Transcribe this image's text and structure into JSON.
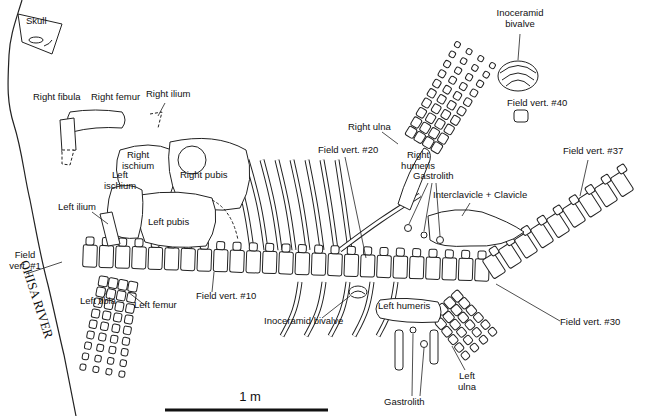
{
  "diagram": {
    "labels": [
      "Skull",
      "Right fibula",
      "Right femur",
      "Right ilium",
      "Right ischium",
      "Right pubis",
      "Left ilium",
      "Left ischium",
      "Left pubis",
      "Field vert. #1",
      "Left tibia",
      "Left femur",
      "Field vert. #10",
      "Inoceramid bivalve",
      "Field vert. #20",
      "Right ulna",
      "Right humeris",
      "Inoceramid bivalve",
      "Field vert. #40",
      "Gastrolith",
      "Interclavicle + Clavicle",
      "Field vert. #37",
      "Field vert. #30",
      "Left humeris",
      "Gastrolith",
      "Left ulna",
      "OHISA RIVER",
      "1 m"
    ]
  }
}
